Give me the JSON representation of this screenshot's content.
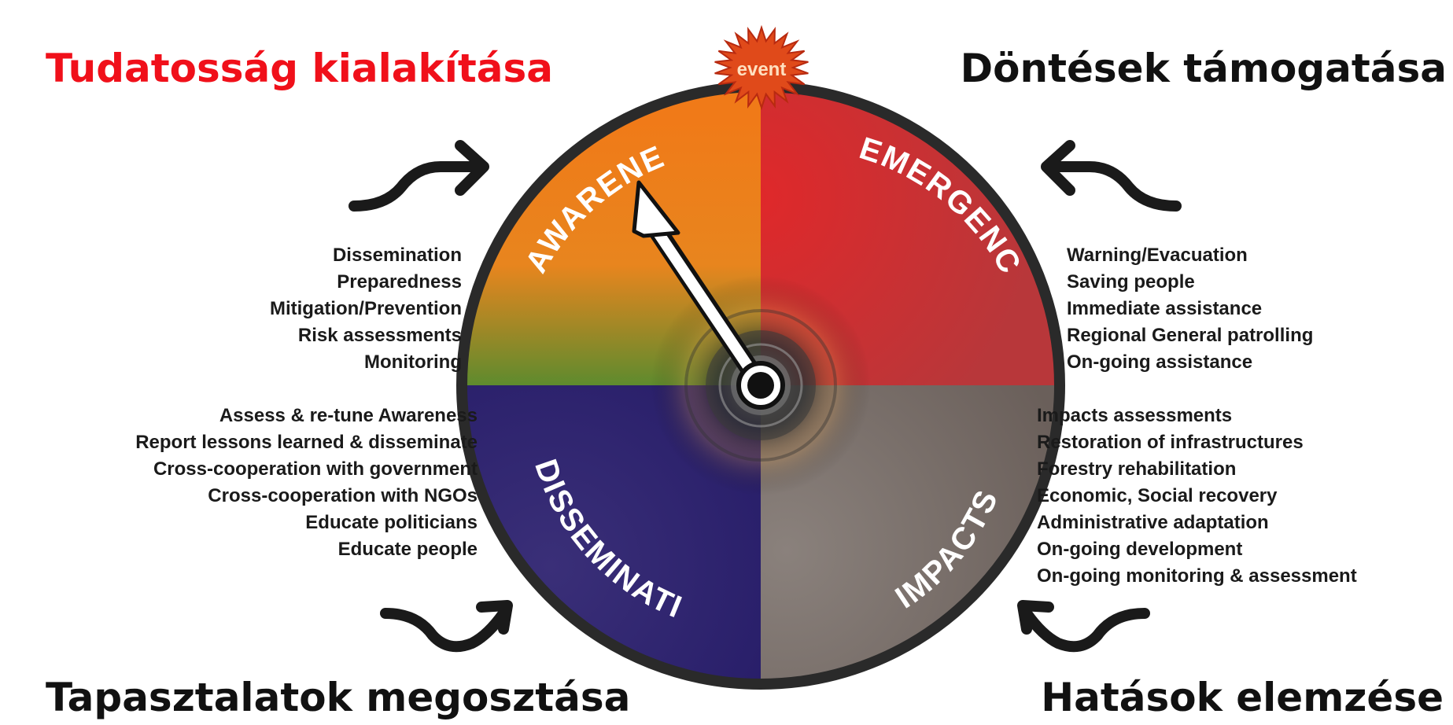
{
  "headings": {
    "top_left": "Tudatosság kialakítása",
    "top_right": "Döntések támogatása",
    "bottom_left": "Tapasztalatok megosztása",
    "bottom_right": "Hatások elemzése"
  },
  "wheel": {
    "event_label": "event",
    "quadrants": {
      "awareness": "AWARENESS",
      "emergency": "EMERGENCY",
      "dissemination": "DISSEMINATION",
      "impacts": "IMPACTS"
    }
  },
  "lists": {
    "awareness": [
      "Dissemination",
      "Preparedness",
      "Mitigation/Prevention",
      "Risk assessments",
      "Monitoring"
    ],
    "dissemination": [
      "Assess & re-tune Awareness",
      "Report lessons learned & disseminate",
      "Cross-cooperation with government",
      "Cross-cooperation with NGOs",
      "Educate politicians",
      "Educate people"
    ],
    "emergency": [
      "Warning/Evacuation",
      "Saving people",
      "Immediate assistance",
      "Regional General patrolling",
      "On-going assistance"
    ],
    "impacts": [
      "Impacts assessments",
      "Restoration of infrastructures",
      "Forestry rehabilitation",
      "Economic, Social recovery",
      "Administrative adaptation",
      "On-going development",
      "On-going monitoring & assessment"
    ]
  },
  "colors": {
    "awareness": "#e8751c",
    "emergency": "#d8302a",
    "dissemination": "#2c1f6e",
    "impacts": "#7a706a",
    "heading_highlight": "#f0101a"
  }
}
